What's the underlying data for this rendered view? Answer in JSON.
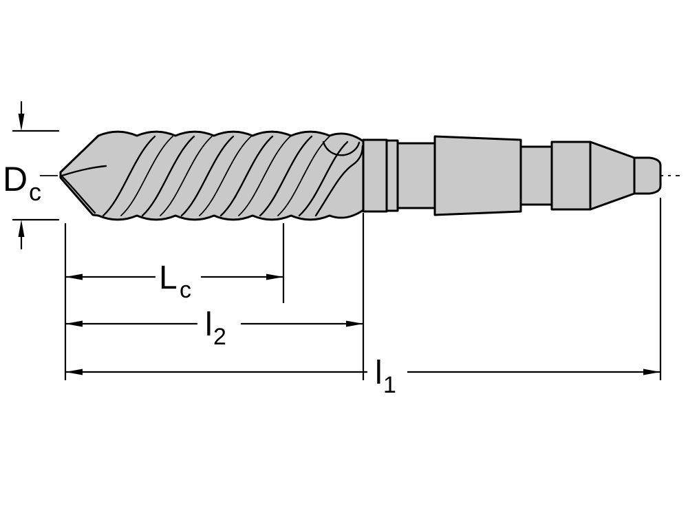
{
  "labels": {
    "diameter": {
      "main": "D",
      "sub": "c"
    },
    "flute_length": {
      "main": "L",
      "sub": "c"
    },
    "length_l2": {
      "main": "l",
      "sub": "2"
    },
    "length_l1": {
      "main": "l",
      "sub": "1"
    }
  },
  "colors": {
    "body_fill": "#c9c9c9",
    "line": "#000000",
    "background": "#ffffff"
  }
}
